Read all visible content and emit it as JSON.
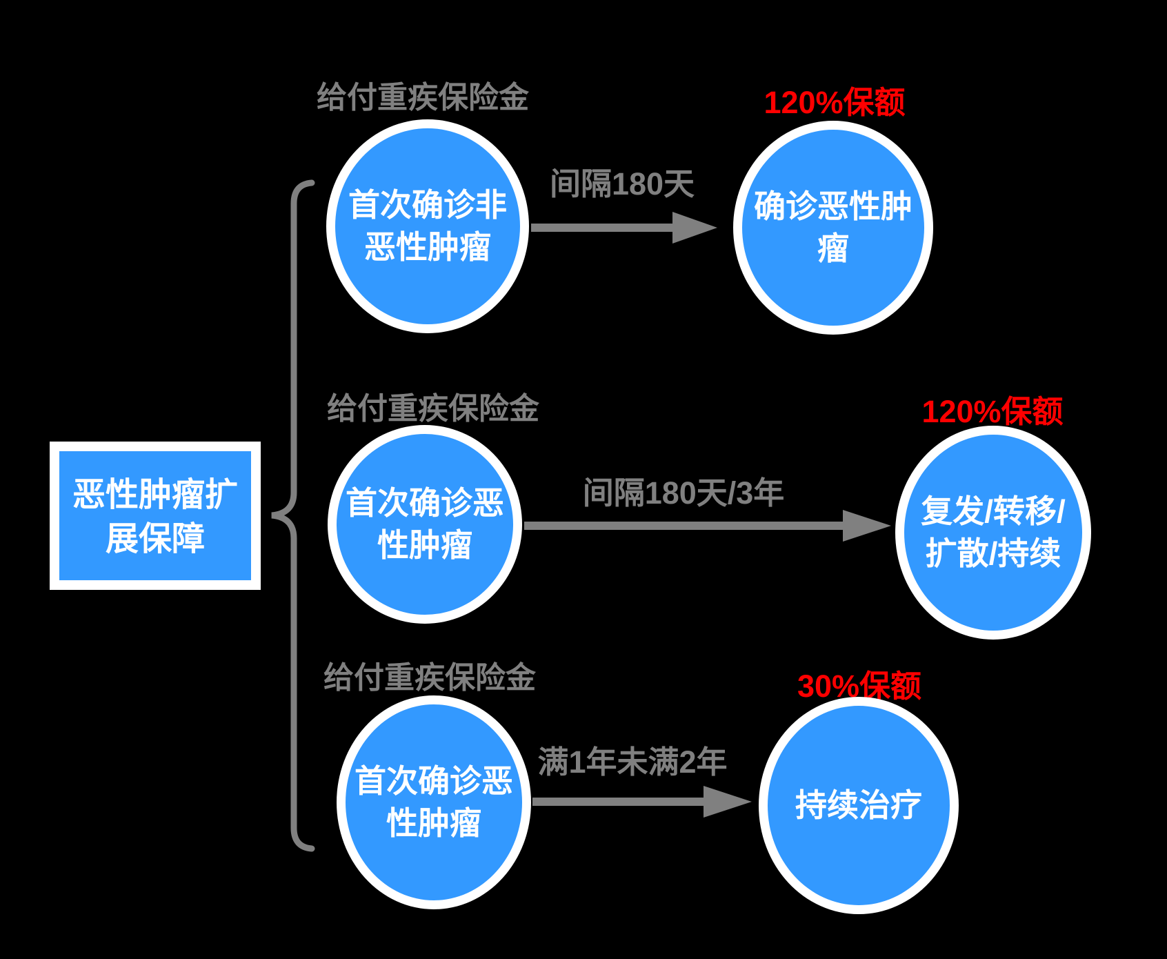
{
  "diagram": {
    "root_node": {
      "label": "恶性肿瘤扩展保障",
      "lines": [
        "恶性肿瘤扩",
        "展保障"
      ]
    },
    "rows": [
      {
        "benefit_label": "给付重疾保险金",
        "source_label": "首次确诊非恶性肿瘤",
        "source_lines": [
          "首次确诊非",
          "恶性肿瘤"
        ],
        "arrow_label": "间隔180天",
        "target_label": "确诊恶性肿瘤",
        "target_lines": [
          "确诊恶性肿",
          "瘤"
        ],
        "payout_label": "120%保额"
      },
      {
        "benefit_label": "给付重疾保险金",
        "source_label": "首次确诊恶性肿瘤",
        "source_lines": [
          "首次确诊恶",
          "性肿瘤"
        ],
        "arrow_label": "间隔180天/3年",
        "target_label": "复发/转移/扩散/持续",
        "target_lines": [
          "复发/转移/",
          "扩散/持续"
        ],
        "payout_label": "120%保额"
      },
      {
        "benefit_label": "给付重疾保险金",
        "source_label": "首次确诊恶性肿瘤",
        "source_lines": [
          "首次确诊恶",
          "性肿瘤"
        ],
        "arrow_label": "满1年未满2年",
        "target_label": "持续治疗",
        "target_lines": [
          "持续治疗"
        ],
        "payout_label": "30%保额"
      }
    ],
    "colors": {
      "node_fill": "#3399FF",
      "node_border": "#FFFFFF",
      "connector_gray": "#808080",
      "payout_red": "#FF0000",
      "background": "#000000"
    }
  }
}
